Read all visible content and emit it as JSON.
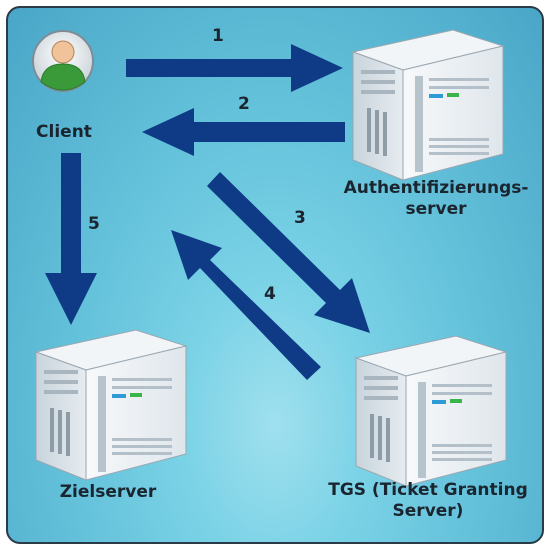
{
  "nodes": {
    "client": "Client",
    "auth_line1": "Authentifizierungs-",
    "auth_line2": "server",
    "zielserver": "Zielserver",
    "tgs_line1": "TGS (Ticket Granting",
    "tgs_line2": "Server)"
  },
  "steps": [
    "1",
    "2",
    "3",
    "4",
    "5"
  ],
  "colors": {
    "arrow": "#0f3b86",
    "background": "#6cc8df",
    "server_body": "#eef2f5",
    "server_accent": "#2e9bd6",
    "avatar_bg": "#e8ecef",
    "avatar_person": "#3a9a3a"
  },
  "icons": [
    "client-avatar-icon",
    "server-icon"
  ]
}
